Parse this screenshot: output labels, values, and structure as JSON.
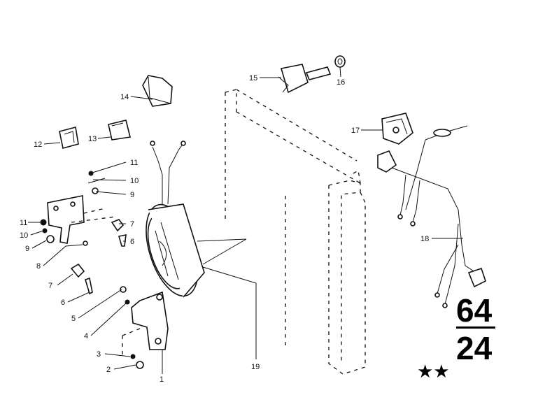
{
  "callouts": {
    "c1": "1",
    "c2": "2",
    "c3": "3",
    "c4": "4",
    "c5": "5",
    "c6a": "6",
    "c6b": "6",
    "c7a": "7",
    "c7b": "7",
    "c8": "8",
    "c9a": "9",
    "c9b": "9",
    "c10a": "10",
    "c10b": "10",
    "c11a": "11",
    "c11b": "11",
    "c12": "12",
    "c13": "13",
    "c14": "14",
    "c15": "15",
    "c16": "16",
    "c17": "17",
    "c18": "18",
    "c19": "19"
  },
  "group_label": {
    "main": "64",
    "sub": "24",
    "stars": "★★"
  }
}
